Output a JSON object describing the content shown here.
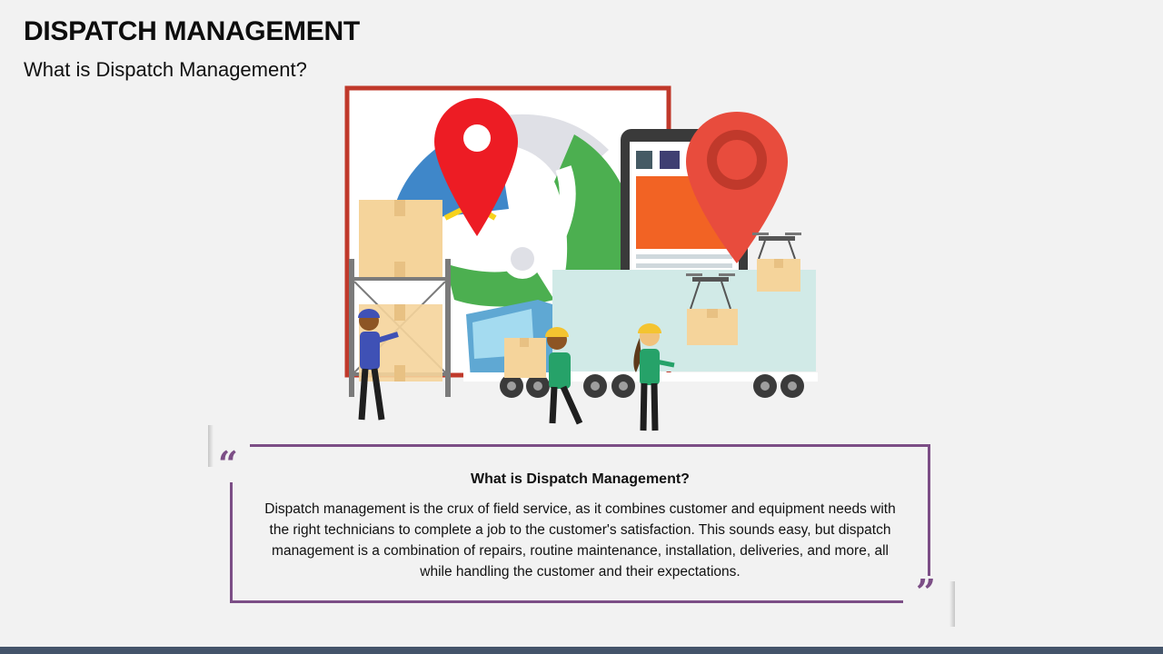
{
  "header": {
    "title": "DISPATCH MANAGEMENT",
    "subtitle": "What is Dispatch Management?"
  },
  "content_box": {
    "heading": "What is Dispatch Management?",
    "body": "Dispatch management is the crux of field service, as it combines customer and equipment needs with the right technicians to complete a job to the customer's satisfaction. This sounds easy, but dispatch management is a combination of repairs, routine maintenance, installation, deliveries, and more, all while handling the customer and their expectations.",
    "open_quote": "“",
    "close_quote": "”"
  },
  "illustration": {
    "icons": [
      "map-icon",
      "location-pin-icon",
      "tablet-icon",
      "truck-icon",
      "delivery-drone-icon",
      "package-box-icon",
      "worker-icon",
      "shelf-icon"
    ]
  },
  "colors": {
    "accent": "#7c4e86",
    "bottom_bar": "#44546a",
    "pin_red": "#ed1c24",
    "pin_orange_red": "#e84c3d",
    "map_frame": "#c0392b"
  }
}
